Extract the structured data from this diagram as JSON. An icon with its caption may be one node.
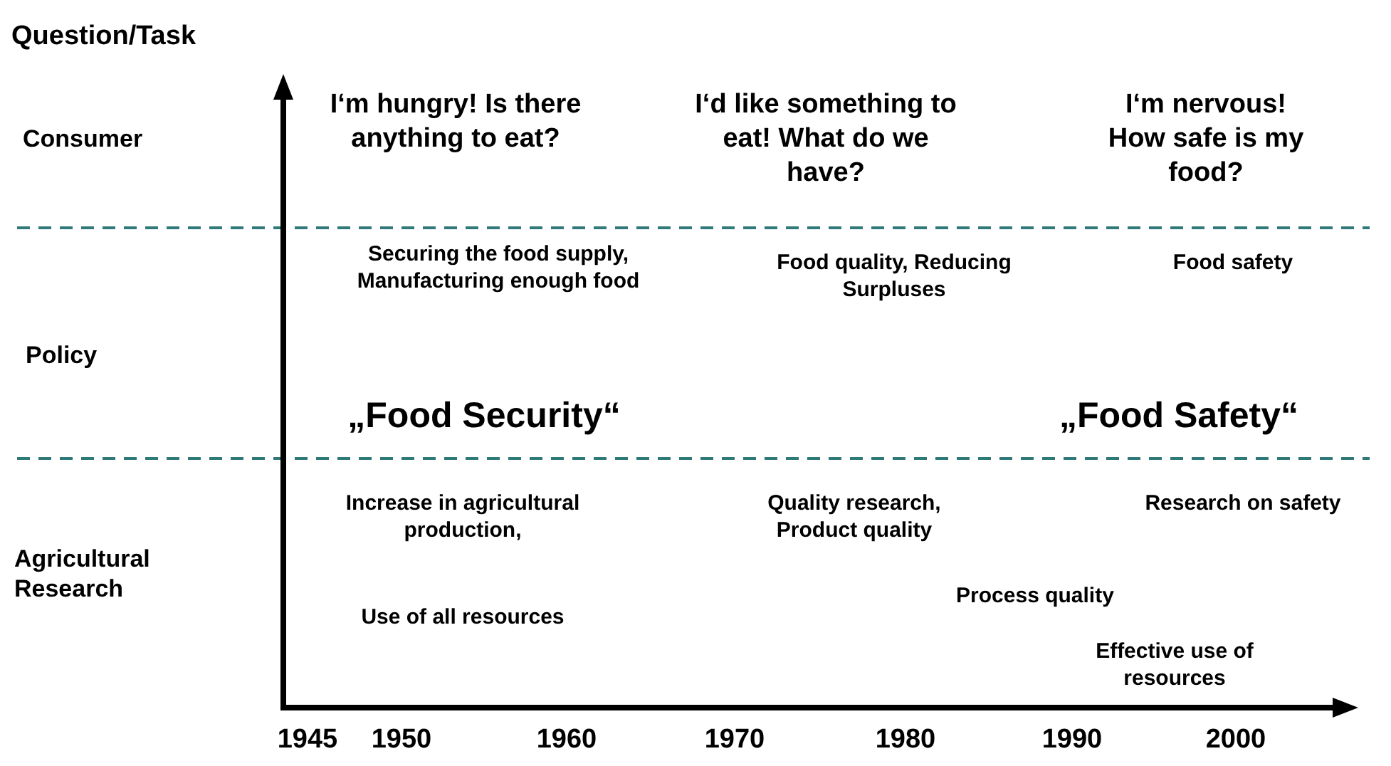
{
  "diagram": {
    "labels": [
      "Question/Task",
      "I‘m hungry! Is there anything to eat?",
      "I‘d like something to eat! What do we have?",
      "I‘m nervous! How safe is my food?",
      "Consumer",
      "Securing the food supply, Manufacturing enough food",
      "Food quality, Reducing Surpluses",
      "Food safety",
      "Policy",
      "„Food Security“",
      "„Food Safety“",
      "Increase in agricultural production,",
      "Quality research, Product quality",
      "Research on safety",
      "Agricultural Research",
      "Use of all resources",
      "Process quality",
      "Effective use of resources",
      "1945",
      "1950",
      "1960",
      "1970",
      "1980",
      "1990",
      "2000"
    ]
  }
}
